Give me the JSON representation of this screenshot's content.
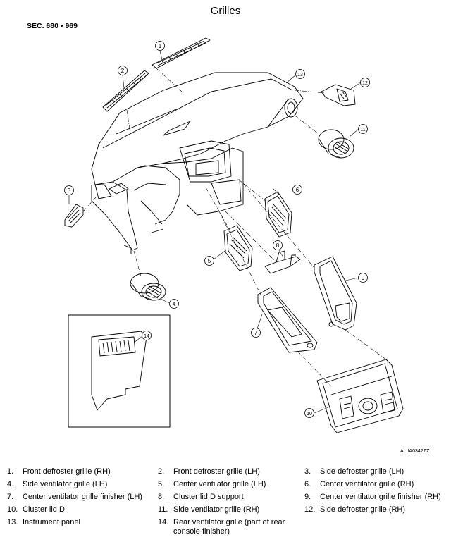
{
  "title": "Grilles",
  "section": "SEC. 680 • 969",
  "figure_id": "ALIIA0342ZZ",
  "callouts": [
    "1",
    "2",
    "3",
    "4",
    "5",
    "6",
    "7",
    "8",
    "9",
    "10",
    "11",
    "12",
    "13",
    "14"
  ],
  "legend": [
    {
      "num": "1.",
      "text": "Front defroster grille (RH)"
    },
    {
      "num": "2.",
      "text": "Front defroster grille (LH)"
    },
    {
      "num": "3.",
      "text": "Side defroster grille (LH)"
    },
    {
      "num": "4.",
      "text": "Side ventilator grille (LH)"
    },
    {
      "num": "5.",
      "text": "Center ventilator grille (LH)"
    },
    {
      "num": "6.",
      "text": "Center ventilator grille (RH)"
    },
    {
      "num": "7.",
      "text": "Center ventilator grille finisher (LH)"
    },
    {
      "num": "8.",
      "text": "Cluster lid D support"
    },
    {
      "num": "9.",
      "text": "Center ventilator grille finisher (RH)"
    },
    {
      "num": "10.",
      "text": "Cluster lid D"
    },
    {
      "num": "11.",
      "text": "Side ventilator grille (RH)"
    },
    {
      "num": "12.",
      "text": "Side defroster grille (RH)"
    },
    {
      "num": "13.",
      "text": "Instrument panel"
    },
    {
      "num": "14.",
      "text": "Rear ventilator grille (part of rear console finisher)"
    }
  ]
}
